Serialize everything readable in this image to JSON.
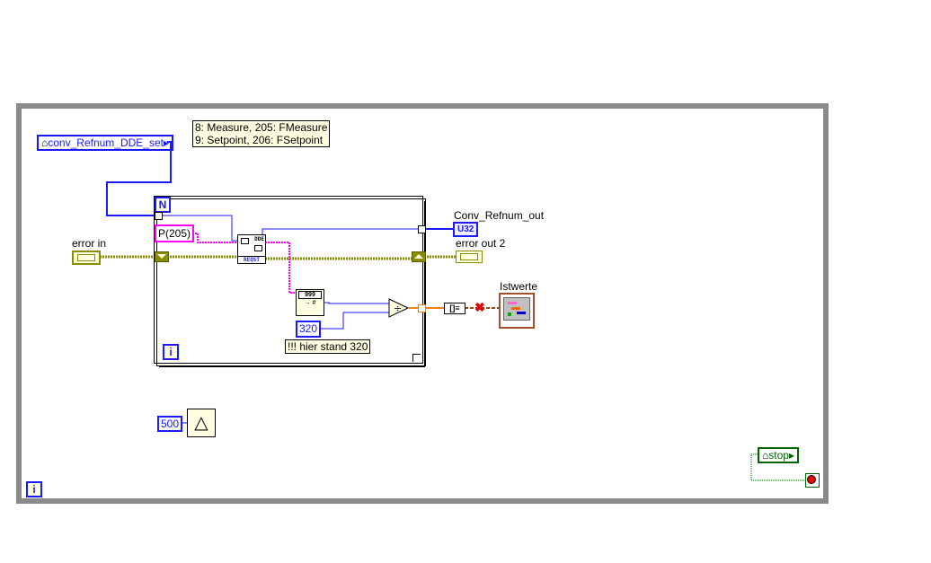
{
  "diagram": {
    "comment_lines": [
      "8: Measure, 205: FMeasure",
      "9: Setpoint, 206: FSetpoint"
    ],
    "local_variables": {
      "conv_refnum": "conv_Refnum_DDE_set",
      "stop": "stop"
    },
    "constants": {
      "item": "P(205)",
      "divisor": "320",
      "wait_ms": "500"
    },
    "notes": {
      "divisor_note": "!!! hier stand 320"
    },
    "labels": {
      "error_in": "error in",
      "conv_refnum_out": "Conv_Refnum_out",
      "error_out": "error out 2",
      "istwerte": "Istwerte"
    },
    "terminals": {
      "u32": "U32",
      "count": "N",
      "iteration": "i"
    },
    "nodes": {
      "dde_request": {
        "top": "DDE",
        "bottom": "REQST"
      },
      "number_to_string_display": "999"
    },
    "colors": {
      "refnum_wire": "#1a1aff",
      "error_wire": "#8c8c00",
      "string_wire": "#ff00ff",
      "float_wire": "#ff7f00",
      "bool_wire": "#006400",
      "loop_frame": "#8a8a8a"
    }
  }
}
